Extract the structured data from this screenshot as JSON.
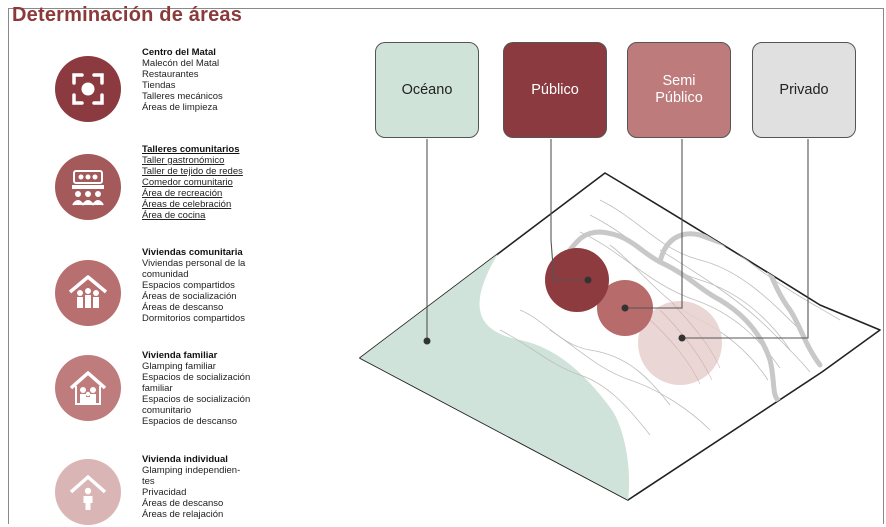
{
  "title": "Determinación de áreas",
  "colors": {
    "title": "#8b3a3a",
    "publico": "#8b3a3f",
    "semi_publico": "#be7b7b",
    "privado_box": "#e0e0e0",
    "oceano_box": "#cfe3d9",
    "ocean_fill": "#cfe3da",
    "road": "#c8c8c8"
  },
  "zones": [
    {
      "heading": "Centro del Matal",
      "items": [
        "Malecón del Matal",
        "Restaurantes",
        "Tiendas",
        "Talleres mecánicos",
        "Áreas de limpieza"
      ],
      "icon": "focus-frame-icon",
      "circle_color": "#8b3a3f"
    },
    {
      "heading": "Talleres comunitarios",
      "items": [
        "Taller gastronómico",
        "Taller de tejido de redes",
        "Comedor comunitario",
        "Área de recreación",
        "Áreas de celebración",
        "Área de cocina"
      ],
      "icon": "community-workshop-icon",
      "circle_color": "#a45a5a"
    },
    {
      "heading": "Viviendas comunitaria",
      "items": [
        "Viviendas personal de la",
        "comunidad",
        "Espacios compartidos",
        "Áreas de socialización",
        "Áreas de descanso",
        "Dormitorios compartidos"
      ],
      "icon": "community-housing-icon",
      "circle_color": "#b76f6f"
    },
    {
      "heading": "Vivienda familiar",
      "items": [
        "Glamping familiar",
        "Espacios de socialización",
        "familiar",
        "Espacios de socialización",
        "comunitario",
        "Espacios de descanso"
      ],
      "icon": "family-house-icon",
      "circle_color": "#bf7c7c"
    },
    {
      "heading": "Vivienda individual",
      "items": [
        "Glamping independien-",
        "tes",
        "Privacidad",
        "Áreas de descanso",
        "Áreas de relajación"
      ],
      "icon": "single-person-house-icon",
      "circle_color": "#dab5b5"
    }
  ],
  "categories": [
    {
      "label": "Océano",
      "fill": "#cfe3d9",
      "text_color": "#222222"
    },
    {
      "label": "Público",
      "fill": "#8b3a3f",
      "text_color": "#ffffff"
    },
    {
      "label": "Semi\nPúblico",
      "fill": "#be7b7b",
      "text_color": "#ffffff"
    },
    {
      "label": "Privado",
      "fill": "#e0e0e0",
      "text_color": "#222222"
    }
  ]
}
